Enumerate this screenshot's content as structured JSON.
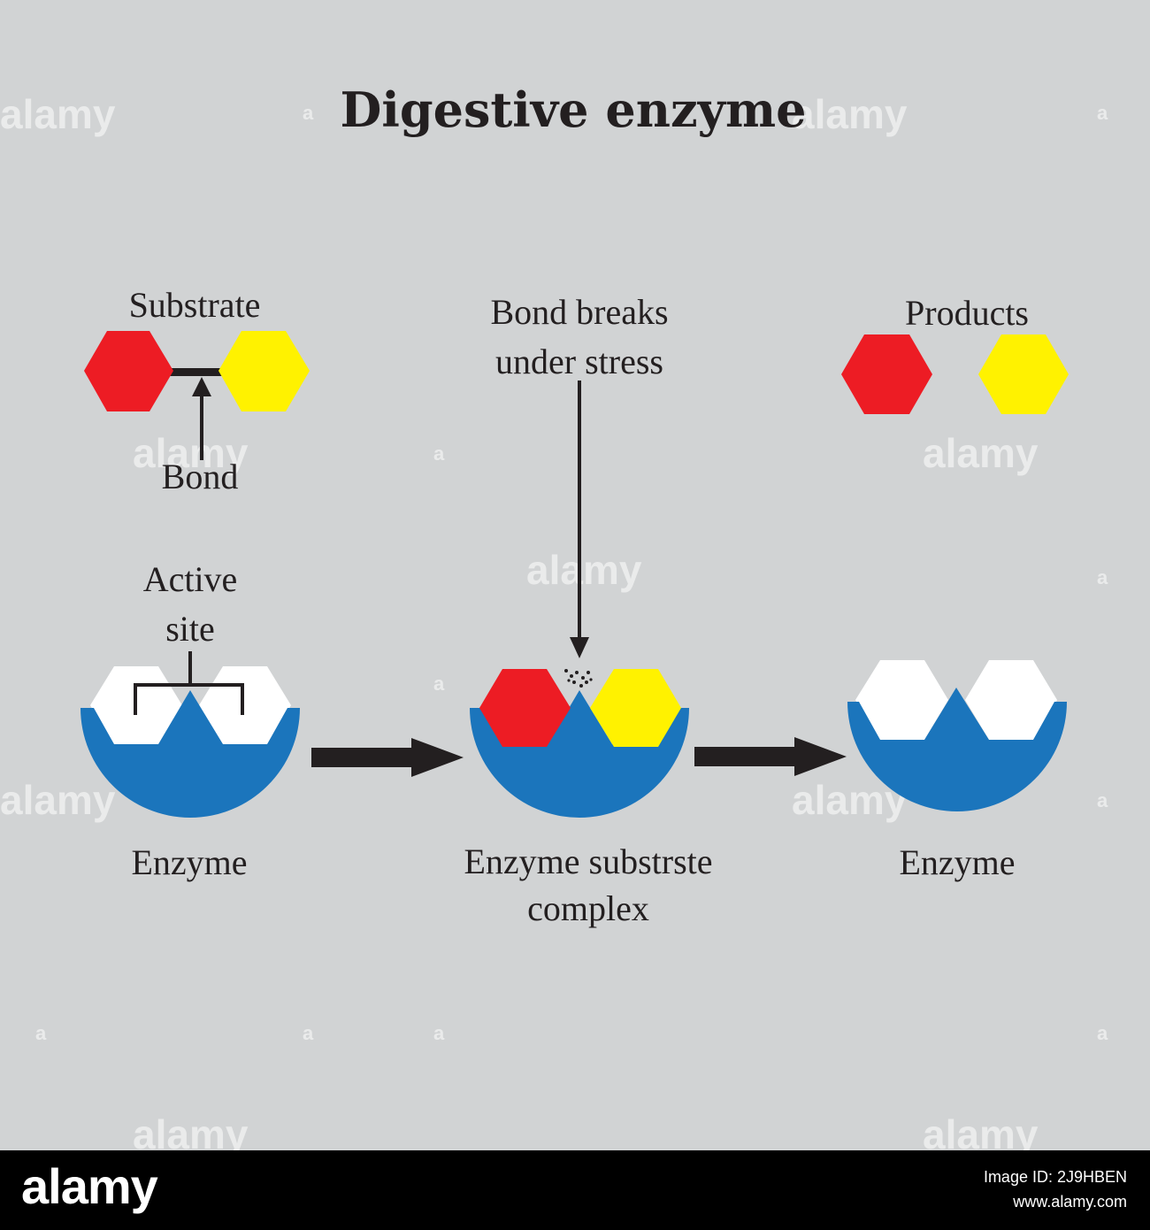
{
  "title": "Digestive enzyme",
  "labels": {
    "substrate": "Substrate",
    "bond": "Bond",
    "bond_breaks_line1": "Bond breaks",
    "bond_breaks_line2": "under stress",
    "products": "Products",
    "active_site_line1": "Active",
    "active_site_line2": "site",
    "enzyme_left": "Enzyme",
    "complex_line1": "Enzyme substrste",
    "complex_line2": "complex",
    "enzyme_right": "Enzyme"
  },
  "colors": {
    "background": "#d1d3d4",
    "enzyme": "#1b75bc",
    "substrate_red": "#ed1c24",
    "substrate_yellow": "#fff200",
    "empty_site": "#ffffff",
    "ink": "#231f20"
  },
  "watermark": {
    "text": "alamy",
    "small": "a"
  },
  "footer": {
    "brand": "alamy",
    "image_id_label": "Image ID: 2J9HBEN",
    "site": "www.alamy.com"
  }
}
